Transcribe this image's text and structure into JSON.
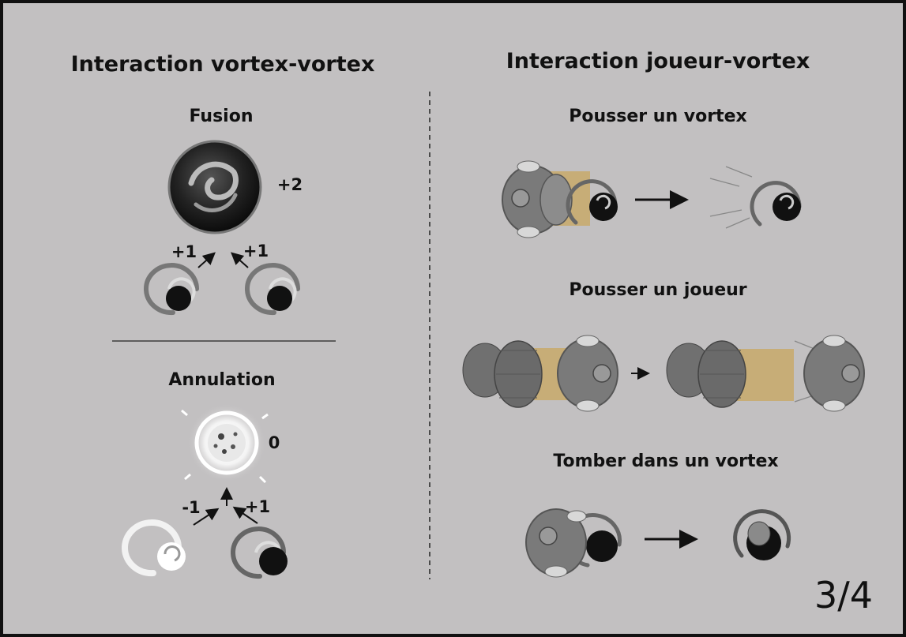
{
  "left": {
    "title": "Interaction vortex-vortex",
    "fusion": {
      "title": "Fusion",
      "result_label": "+2",
      "left_label": "+1",
      "right_label": "+1"
    },
    "annulation": {
      "title": "Annulation",
      "result_label": "0",
      "left_label": "-1",
      "right_label": "+1"
    }
  },
  "right": {
    "title": "Interaction joueur-vortex",
    "push_vortex": {
      "title": "Pousser un vortex"
    },
    "push_player": {
      "title": "Pousser un joueur"
    },
    "fall_vortex": {
      "title": "Tomber dans un vortex"
    }
  },
  "page_number": "3/4",
  "colors": {
    "background": "#c2c0c1",
    "push_zone": "#c8a96a",
    "ink": "#111111"
  }
}
